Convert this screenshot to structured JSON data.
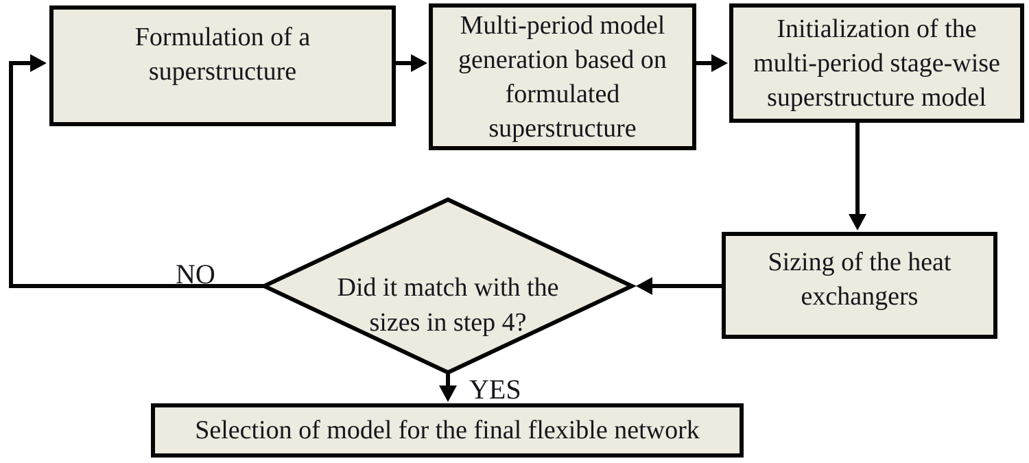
{
  "diagram": {
    "type": "flowchart",
    "nodes": {
      "formulation": {
        "label": "Formulation of a\nsuperstructure"
      },
      "generation": {
        "label": "Multi-period model\ngeneration based on\nformulated\nsuperstructure"
      },
      "initialization": {
        "label": "Initialization of the\nmulti-period stage-wise\nsuperstructure model"
      },
      "sizing": {
        "label": "Sizing of the heat\nexchangers"
      },
      "decision": {
        "label": "Did it match with the\nsizes in step 4?"
      },
      "selection": {
        "label": "Selection of model for the final flexible network"
      }
    },
    "edge_labels": {
      "no": "NO",
      "yes": "YES"
    },
    "edges": [
      {
        "from": "formulation",
        "to": "generation"
      },
      {
        "from": "generation",
        "to": "initialization"
      },
      {
        "from": "initialization",
        "to": "sizing"
      },
      {
        "from": "sizing",
        "to": "decision"
      },
      {
        "from": "decision",
        "to": "formulation",
        "label": "NO"
      },
      {
        "from": "decision",
        "to": "selection",
        "label": "YES"
      }
    ],
    "colors": {
      "node_fill": "#edeadf",
      "node_border": "#050505",
      "line": "#050505",
      "text": "#16161c",
      "background": "#ffffff"
    }
  }
}
